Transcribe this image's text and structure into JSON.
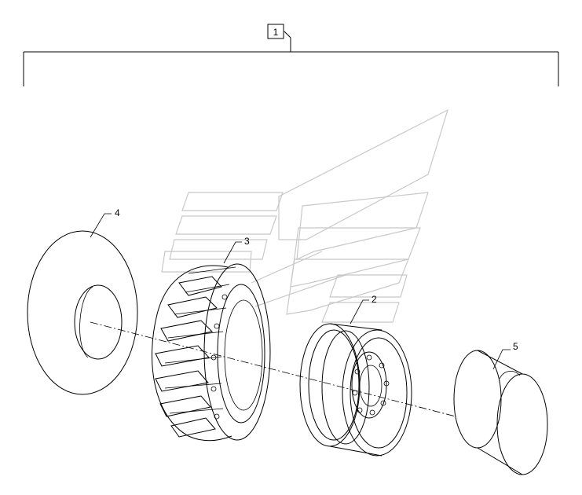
{
  "diagram": {
    "assembly_callout": "1",
    "callouts": [
      {
        "id": "tube",
        "label": "4"
      },
      {
        "id": "tire",
        "label": "3"
      },
      {
        "id": "rim",
        "label": "2"
      },
      {
        "id": "flap",
        "label": "5"
      }
    ]
  },
  "colors": {
    "line": "#000000",
    "watermark": "#c8c8c8",
    "background": "#ffffff"
  }
}
